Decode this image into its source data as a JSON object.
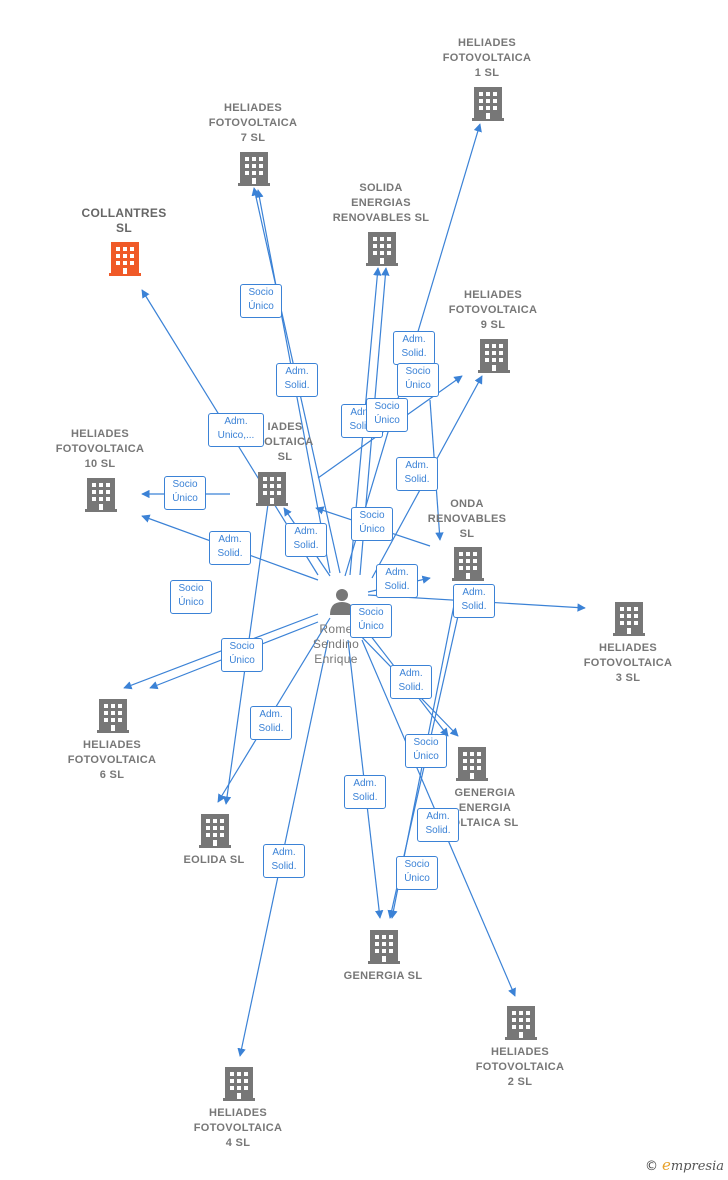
{
  "nodes": {
    "collantres": {
      "label": "COLLANTRES\nSL",
      "kind": "company-highlight"
    },
    "hel7": {
      "label": "HELIADES\nFOTOVOLTAICA\n7 SL",
      "kind": "company"
    },
    "hel1": {
      "label": "HELIADES\nFOTOVOLTAICA\n1 SL",
      "kind": "company"
    },
    "solida": {
      "label": "SOLIDA\nENERGIAS\nRENOVABLES SL",
      "kind": "company"
    },
    "hel9": {
      "label": "HELIADES\nFOTOVOLTAICA\n9 SL",
      "kind": "company"
    },
    "hel10": {
      "label": "HELIADES\nFOTOVOLTAICA\n10 SL",
      "kind": "company"
    },
    "helx": {
      "label": "IADES\nVOLTAICA\nSL",
      "kind": "company"
    },
    "onda": {
      "label": "ONDA\nRENOVABLES\nSL",
      "kind": "company"
    },
    "hel3": {
      "label": "HELIADES\nFOTOVOLTAICA\n3 SL",
      "kind": "company"
    },
    "hel6": {
      "label": "HELIADES\nFOTOVOLTAICA\n6 SL",
      "kind": "company"
    },
    "eolida": {
      "label": "EOLIDA SL",
      "kind": "company"
    },
    "genfot": {
      "label": "GENERGIA\nENERGIA\nOLTAICA SL",
      "kind": "company"
    },
    "genergia": {
      "label": "GENERGIA SL",
      "kind": "company"
    },
    "hel2": {
      "label": "HELIADES\nFOTOVOLTAICA\n2 SL",
      "kind": "company"
    },
    "hel4": {
      "label": "HELIADES\nFOTOVOLTAICA\n4 SL",
      "kind": "company"
    },
    "person": {
      "label": "Rome\nSendino\nEnrique",
      "kind": "person"
    }
  },
  "edge_labels": {
    "socio_unico_hel7": "Socio\nÚnico",
    "adm_solid_hel7": "Adm.\nSolid.",
    "adm_unico_collantres": "Adm.\nUnico,...",
    "adm_solid_hel1": "Adm.\nSolid.",
    "socio_unico_hel1": "Socio\nÚnico",
    "adm_solida": "Adm.\nSolid.",
    "socio_unico_solida": "Socio\nÚnico",
    "adm_solid_hel9": "Adm.\nSolid.",
    "socio_unico_hel10": "Socio\nÚnico",
    "adm_solid_helx": "Adm.\nSolid.",
    "adm_solid_helx2": "Adm.\nSolid.",
    "socio_unico_onda": "Socio\nÚnico",
    "adm_solid_onda": "Adm.\nSolid.",
    "adm_solid_hel3": "Adm.\nSolid.",
    "socio_unico_hel6a": "Socio\nÚnico",
    "socio_unico_hel6b": "Socio\nÚnico",
    "socio_unico_center": "Socio\nÚnico",
    "adm_solid_eolida": "Adm.\nSolid.",
    "adm_solid_genfot": "Adm.\nSolid.",
    "socio_unico_genfot": "Socio\nÚnico",
    "adm_solid_genergia": "Adm.\nSolid.",
    "adm_solid_genergia2": "Adm.\nSolid.",
    "socio_unico_genergia": "Socio\nÚnico",
    "adm_solid_hel4": "Adm.\nSolid."
  },
  "colors": {
    "edge": "#3b82d6",
    "building": "#777777",
    "highlight": "#f05a28"
  },
  "brand": {
    "copyright": "©",
    "initial": "e",
    "name": "mpresia"
  }
}
